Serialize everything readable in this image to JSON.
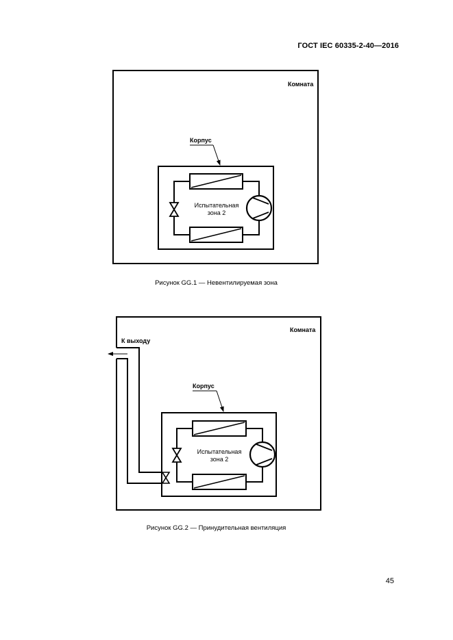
{
  "header": {
    "standard": "ГОСТ IEC 60335-2-40—2016"
  },
  "figure1": {
    "room_label": "Комната",
    "enclosure_label": "Корпус",
    "zone_line1": "Испытательная",
    "zone_line2": "зона 2",
    "caption": "Рисунок GG.1 — Невентилируемая зона"
  },
  "figure2": {
    "room_label": "Комната",
    "enclosure_label": "Корпус",
    "zone_line1": "Испытательная",
    "zone_line2": "зона 2",
    "exhaust_label": "К выходу",
    "caption": "Рисунок GG.2 — Принудительная вентиляция"
  },
  "footer": {
    "page_number": "45"
  }
}
